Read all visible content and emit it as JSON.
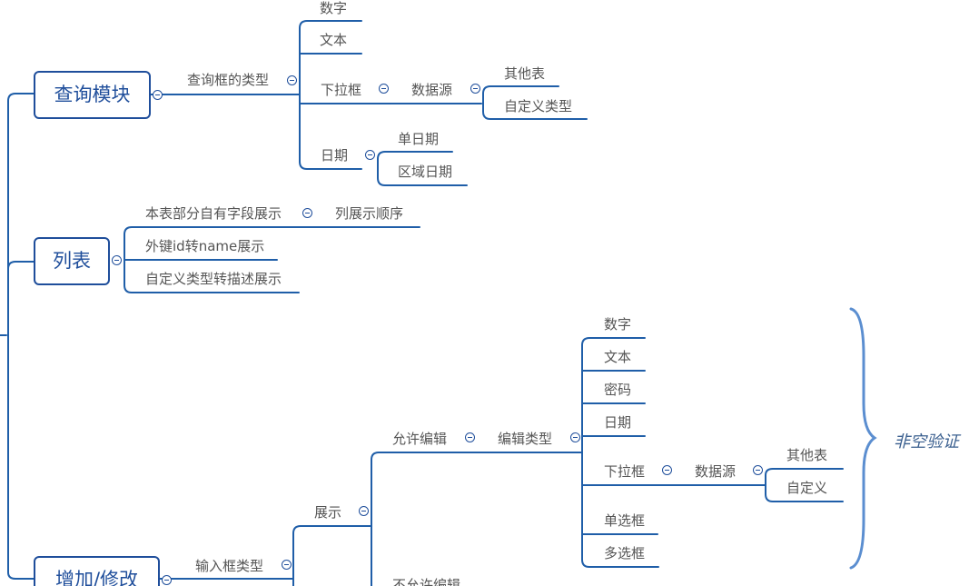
{
  "mindmap": {
    "root_modules": [
      {
        "label": "查询模块"
      },
      {
        "label": "列表"
      },
      {
        "label": "增加/修改"
      }
    ],
    "query": {
      "box_type": "查询框的类型",
      "number": "数字",
      "text": "文本",
      "dropdown": "下拉框",
      "datasource": "数据源",
      "other_table": "其他表",
      "custom_type": "自定义类型",
      "date": "日期",
      "single_date": "单日期",
      "range_date": "区域日期"
    },
    "list": {
      "own_fields": "本表部分自有字段展示",
      "column_order": "列展示顺序",
      "fk_name": "外键id转name展示",
      "custom_desc": "自定义类型转描述展示"
    },
    "edit": {
      "input_type": "输入框类型",
      "display": "展示",
      "allow_edit": "允许编辑",
      "edit_type": "编辑类型",
      "number": "数字",
      "text": "文本",
      "password": "密码",
      "date": "日期",
      "dropdown": "下拉框",
      "datasource": "数据源",
      "other_table": "其他表",
      "custom": "自定义",
      "radio": "单选框",
      "checkbox": "多选框",
      "not_allow_edit": "不允许编辑",
      "required_note": "非空验证"
    }
  }
}
